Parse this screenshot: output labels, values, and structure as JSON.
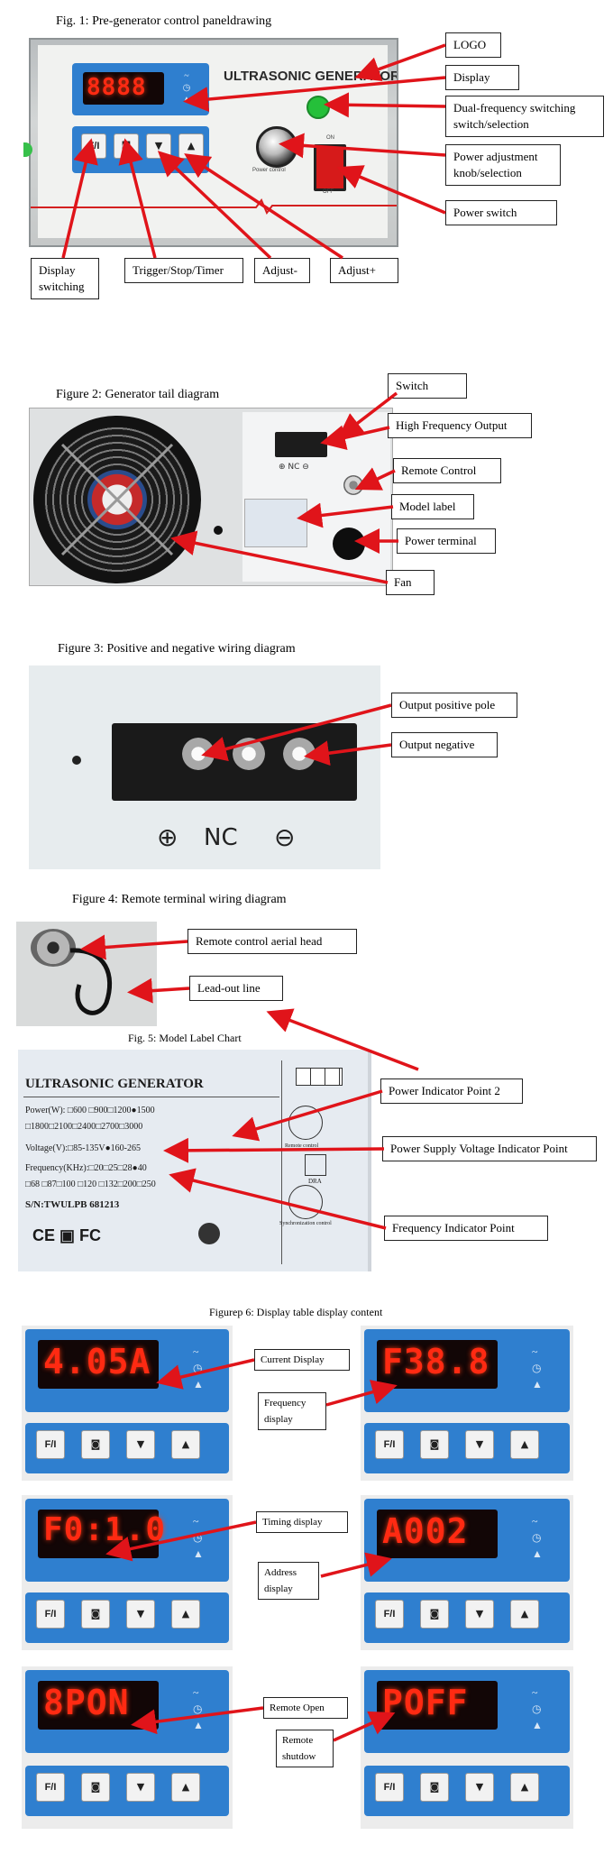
{
  "fig1": {
    "caption": "Fig. 1: Pre-generator control paneldrawing",
    "panel_title": "ULTRASONIC GENERATOR",
    "knob_label": "Power control",
    "on_label": "ON",
    "off_label": "OFF",
    "display_value": "8888",
    "key_fi": "F/I",
    "labels": {
      "logo": "LOGO",
      "display": "Display",
      "dual_freq": "Dual-frequency switching switch/selection",
      "power_adj": "Power adjustment knob/selection",
      "power_switch": "Power switch",
      "display_switching": "Display switching",
      "trigger": "Trigger/Stop/Timer",
      "adjust_minus": "Adjust-",
      "adjust_plus": "Adjust+"
    }
  },
  "fig2": {
    "caption": "Figure 2: Generator tail diagram",
    "terminal_marks": "⊕ NC ⊖",
    "labels": {
      "switch": "Switch",
      "hf_output": "High Frequency Output",
      "remote": "Remote Control",
      "model_label": "Model label",
      "power_terminal": "Power terminal",
      "fan": "Fan"
    }
  },
  "fig3": {
    "caption": "Figure 3: Positive and negative wiring diagram",
    "marks": [
      "⊕",
      "NC",
      "⊖"
    ],
    "labels": {
      "pos": "Output positive pole",
      "neg": "Output   negative"
    }
  },
  "fig4": {
    "caption": "Figure 4: Remote terminal wiring diagram",
    "labels": {
      "aerial": "Remote control aerial head",
      "leadout": "Lead-out line"
    }
  },
  "fig5": {
    "caption": "Fig. 5: Model Label Chart",
    "title": "ULTRASONIC GENERATOR",
    "power_line1": "Power(W): □600 □900□1200●1500",
    "power_line2": "□1800□2100□2400□2700□3000",
    "voltage_line": "Voltage(V):□85-135V●160-265",
    "freq_line1": "Frequency(KHz):□20□25□28●40",
    "freq_line2": "□68 □87□100 □120 □132□200□250",
    "sn_line": "S/N:TWULPB 681213",
    "marks": "CE  ▣  FC",
    "remote_text": "Remote control",
    "dra_text": "DRA",
    "sync_text": "Synchronization control",
    "labels": {
      "power_point": "Power Indicator Point 2",
      "voltage_point": "Power Supply Voltage Indicator Point",
      "freq_point": "Frequency Indicator Point"
    }
  },
  "fig6": {
    "caption": "Figurep 6: Display table display content",
    "key_fi": "F/I",
    "panels": [
      {
        "value": "4.05A",
        "label": "Current Display"
      },
      {
        "value": "F38.8",
        "label": "Frequency display"
      },
      {
        "value": "F0:1.0",
        "label": "Timing display"
      },
      {
        "value": "A002",
        "label": "Address display"
      },
      {
        "value": "8PON",
        "label": "Remote Open"
      },
      {
        "value": "POFF",
        "label": "Remote shutdow"
      }
    ]
  }
}
